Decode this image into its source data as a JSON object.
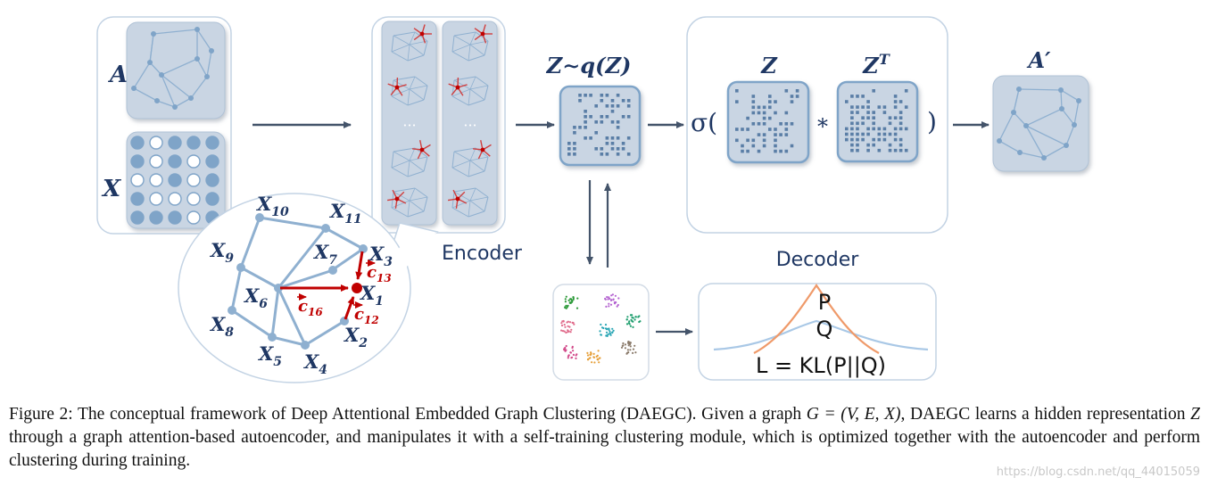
{
  "input": {
    "a_label": "A",
    "x_label": "X"
  },
  "encoder": {
    "label": "Encoder",
    "dots": "···"
  },
  "z_dist": {
    "label": "Z∼q(Z)"
  },
  "decoder": {
    "label": "Decoder",
    "sigma_open": "σ(",
    "z_label": "Z",
    "zt_label": "Z",
    "zt_sup": "T",
    "times": "*",
    "close": ")"
  },
  "output": {
    "label": "A′"
  },
  "loss": {
    "p": "P",
    "q": "Q",
    "formula": "L = KL(P||Q)"
  },
  "colors": {
    "panel": "#c9d5e3",
    "edge": "#8fb0d0",
    "accent": "#c00000",
    "label": "#1f3763",
    "loss_p": "#ef9a6a",
    "loss_q": "#a9c8e6"
  },
  "zoom": {
    "nodes": [
      {
        "name": "X",
        "sub": "10"
      },
      {
        "name": "X",
        "sub": "11"
      },
      {
        "name": "X",
        "sub": "9"
      },
      {
        "name": "X",
        "sub": "7"
      },
      {
        "name": "X",
        "sub": "3"
      },
      {
        "name": "X",
        "sub": "6"
      },
      {
        "name": "X",
        "sub": "1"
      },
      {
        "name": "X",
        "sub": "8"
      },
      {
        "name": "X",
        "sub": "2"
      },
      {
        "name": "X",
        "sub": "5"
      },
      {
        "name": "X",
        "sub": "4"
      }
    ],
    "c13": {
      "name": "c",
      "sub": "13"
    },
    "c16": {
      "name": "c",
      "sub": "16"
    },
    "c12": {
      "name": "c",
      "sub": "12"
    }
  },
  "caption": {
    "prefix": "Figure 2: The conceptual framework of Deep Attentional Embedded Graph Clustering (DAEGC). Given a graph ",
    "graph": "G = (V, E, X)",
    "mid1": ", DAEGC learns a hidden representation ",
    "z": "Z",
    "rest": " through a graph attention-based autoencoder, and manipulates it with a self-training clustering module, which is optimized together with the autoencoder and perform clustering during training."
  },
  "watermark": "https://blog.csdn.net/qq_44015059"
}
